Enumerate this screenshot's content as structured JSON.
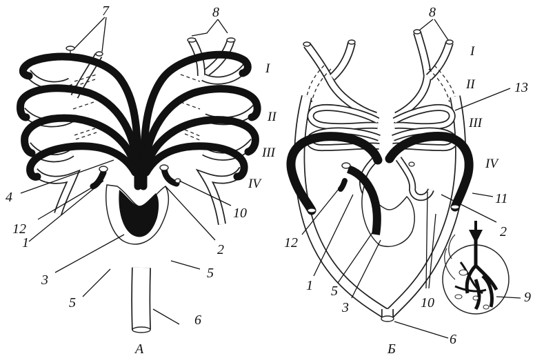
{
  "figure": {
    "panel_a_label": "А",
    "panel_b_label": "Б"
  },
  "panel_a": {
    "labels": {
      "n7": "7",
      "n8": "8",
      "arch1": "I",
      "arch2": "II",
      "arch3": "III",
      "arch4": "IV",
      "n4": "4",
      "n12": "12",
      "n1": "1",
      "n3": "3",
      "n5_left": "5",
      "n5_right": "5",
      "n6": "6",
      "n2": "2",
      "n10": "10"
    }
  },
  "panel_b": {
    "labels": {
      "n8": "8",
      "arch1": "I",
      "arch2": "II",
      "n13": "13",
      "arch3": "III",
      "arch4": "IV",
      "n11": "11",
      "n2": "2",
      "n12": "12",
      "n1": "1",
      "n5": "5",
      "n3": "3",
      "n10": "10",
      "n9": "9",
      "n6": "6"
    }
  },
  "colors": {
    "ink": "#111111",
    "paper": "#ffffff"
  }
}
